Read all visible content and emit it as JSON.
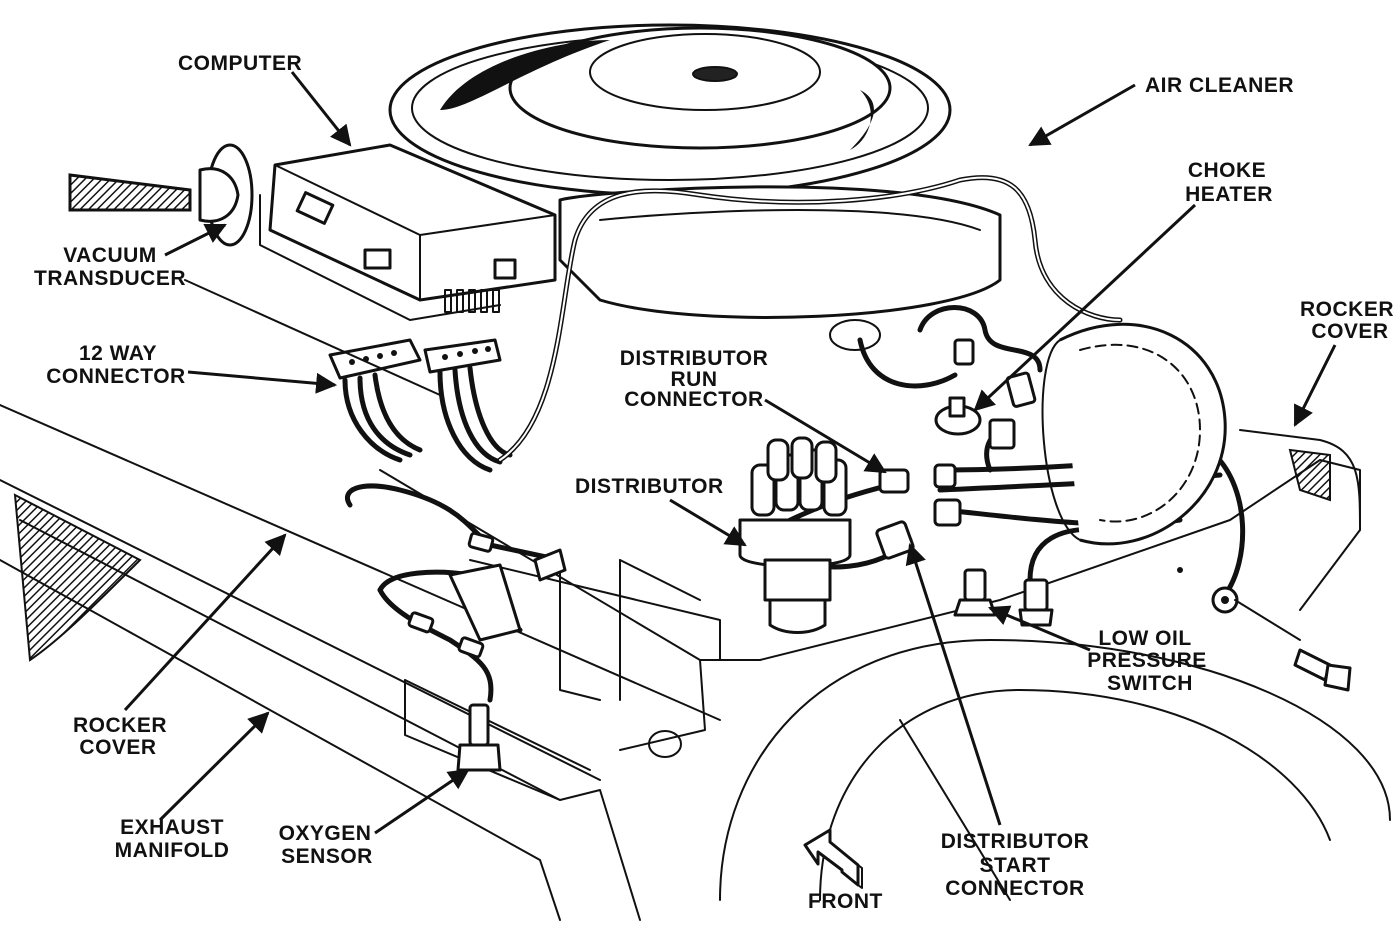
{
  "labels": {
    "computer": "COMPUTER",
    "air_cleaner": "AIR CLEANER",
    "choke_heater": [
      "CHOKE",
      "HEATER"
    ],
    "vacuum_transducer": [
      "VACUUM",
      "TRANSDUCER"
    ],
    "rocker_cover_right": [
      "ROCKER",
      "COVER"
    ],
    "twelve_way_connector": [
      "12 WAY",
      "CONNECTOR"
    ],
    "distributor_run_connector": [
      "DISTRIBUTOR",
      "RUN",
      "CONNECTOR"
    ],
    "distributor": "DISTRIBUTOR",
    "low_oil_pressure_switch": [
      "LOW OIL",
      "PRESSURE",
      "SWITCH"
    ],
    "rocker_cover_left": [
      "ROCKER",
      "COVER"
    ],
    "exhaust_manifold": [
      "EXHAUST",
      "MANIFOLD"
    ],
    "oxygen_sensor": [
      "OXYGEN",
      "SENSOR"
    ],
    "distributor_start_connector": [
      "DISTRIBUTOR",
      "START",
      "CONNECTOR"
    ],
    "front": "FRONT"
  }
}
